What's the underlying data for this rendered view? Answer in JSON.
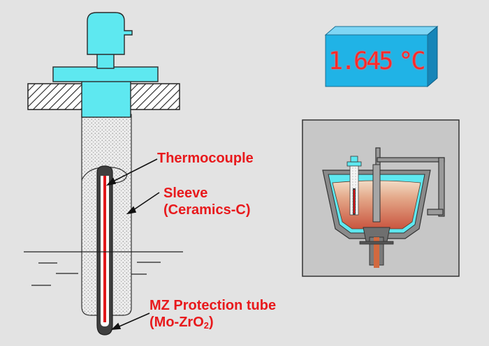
{
  "display": {
    "reading": "1.645",
    "unit": "°C",
    "led_color": "#ff2a2a",
    "face_color": "#20b3e6"
  },
  "labels": {
    "thermocouple": "Thermocouple",
    "sleeve_name": "Sleeve",
    "sleeve_material": "(Ceramics-C)",
    "tube_name": "MZ Protection tube",
    "tube_material_main": "(Mo-ZrO",
    "tube_material_sub": "2",
    "tube_material_end": ")"
  },
  "colors": {
    "label": "#e8191c",
    "head": "#5ee8f0",
    "ceramic_sleeve": "#e9e9e9",
    "protection_tube": "#3f3f3f",
    "thermocouple_wire": "#e0161b",
    "melt": "#d26a4a"
  },
  "icons": {
    "probe": "immersion-probe-diagram",
    "furnace": "tundish-furnace-inset"
  }
}
